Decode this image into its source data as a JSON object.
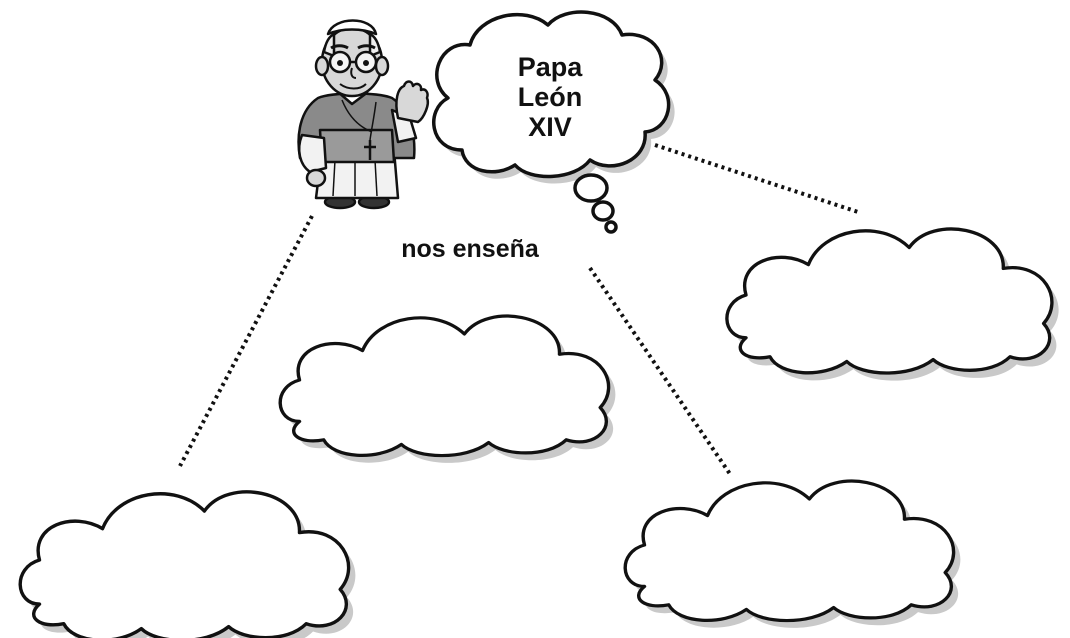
{
  "thought_bubble": {
    "lines": [
      "Papa",
      "León",
      "XIV"
    ]
  },
  "subtitle": "nos enseña",
  "answer_clouds": [
    {
      "id": "left-bottom",
      "text": ""
    },
    {
      "id": "center",
      "text": ""
    },
    {
      "id": "right-top",
      "text": ""
    },
    {
      "id": "right-bottom",
      "text": ""
    }
  ],
  "colors": {
    "ink": "#111111",
    "paper": "#ffffff",
    "shadow": "#c9c9c9",
    "robe": "#8a8a8a",
    "skin": "#d8d8d8"
  },
  "icons": {
    "character": "pope-illustration-icon",
    "thought": "thought-bubble-icon",
    "blank": "cloud-icon"
  }
}
